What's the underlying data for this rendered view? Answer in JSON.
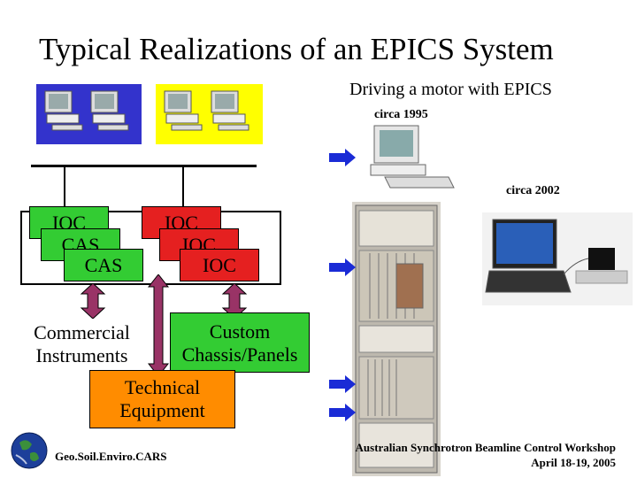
{
  "slide": {
    "title": "Typical Realizations of an EPICS System",
    "subtitle": "Driving a motor with EPICS",
    "era_1": "circa 1995",
    "era_2": "circa 2002"
  },
  "diagram": {
    "ioc_stack_left": [
      "IOC",
      "CAS",
      "CAS"
    ],
    "ioc_stack_right": [
      "IOC",
      "IOC",
      "IOC"
    ],
    "commercial": [
      "Commercial",
      "Instruments"
    ],
    "custom": [
      "Custom",
      "Chassis/Panels"
    ],
    "technical": [
      "Technical",
      "Equipment"
    ]
  },
  "footer": {
    "org": "Geo.Soil.Enviro.CARS",
    "event_line1": "Australian Synchrotron Beamline Control Workshop",
    "event_line2": "April 18-19, 2005"
  },
  "colors": {
    "blue_panel": "#3333cc",
    "yellow_panel": "#ffff00",
    "green_box": "#33cc33",
    "red_box": "#e52020",
    "orange_box": "#ff8c00",
    "blue_arrow": "#1a2bd6",
    "purple_arrow": "#993366"
  }
}
